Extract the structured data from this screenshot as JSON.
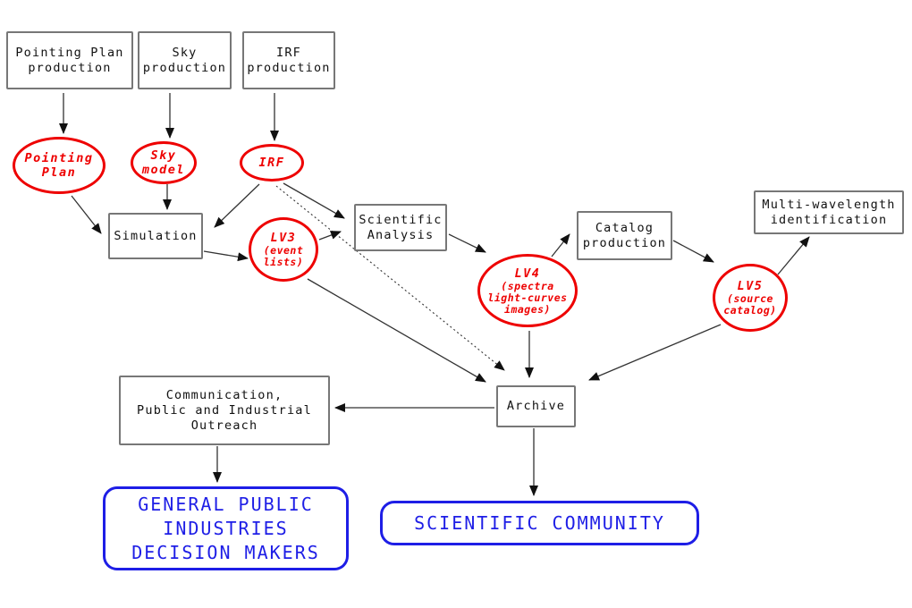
{
  "colors": {
    "background": "#ffffff",
    "process_border": "#777777",
    "process_text": "#111111",
    "data_red": "#ee0000",
    "audience_blue": "#1e1ee6",
    "arrow_black": "#333333"
  },
  "nodes": {
    "pointing_plan_production": {
      "kind": "process-box",
      "lines": [
        "Pointing Plan",
        "production"
      ]
    },
    "sky_production": {
      "kind": "process-box",
      "lines": [
        "Sky",
        "production"
      ]
    },
    "irf_production": {
      "kind": "process-box",
      "lines": [
        "IRF",
        "production"
      ]
    },
    "pointing_plan": {
      "kind": "data-ellipse",
      "lines": [
        "Pointing",
        "Plan"
      ]
    },
    "sky_model": {
      "kind": "data-ellipse",
      "lines": [
        "Sky",
        "model"
      ]
    },
    "irf": {
      "kind": "data-ellipse",
      "lines": [
        "IRF"
      ]
    },
    "simulation": {
      "kind": "process-box",
      "lines": [
        "Simulation"
      ]
    },
    "lv3": {
      "kind": "data-ellipse",
      "title": "LV3",
      "sublines": [
        "(event",
        "lists)"
      ]
    },
    "scientific_analysis": {
      "kind": "process-box",
      "lines": [
        "Scientific",
        "Analysis"
      ]
    },
    "lv4": {
      "kind": "data-ellipse",
      "title": "LV4",
      "sublines": [
        "(spectra",
        "light-curves",
        "images)"
      ]
    },
    "catalog_production": {
      "kind": "process-box",
      "lines": [
        "Catalog",
        "production"
      ]
    },
    "lv5": {
      "kind": "data-ellipse",
      "title": "LV5",
      "sublines": [
        "(source",
        "catalog)"
      ]
    },
    "multi_wavelength_identification": {
      "kind": "process-box",
      "lines": [
        "Multi-wavelength",
        "identification"
      ]
    },
    "archive": {
      "kind": "process-box",
      "lines": [
        "Archive"
      ]
    },
    "communication_outreach": {
      "kind": "process-box",
      "lines": [
        "Communication,",
        "Public and Industrial",
        "Outreach"
      ]
    },
    "general_public": {
      "kind": "audience-box",
      "lines": [
        "GENERAL PUBLIC",
        "INDUSTRIES",
        "DECISION MAKERS"
      ]
    },
    "scientific_community": {
      "kind": "audience-box",
      "lines": [
        "SCIENTIFIC COMMUNITY"
      ]
    }
  },
  "edges": [
    {
      "from": "pointing_plan_production",
      "to": "pointing_plan",
      "style": "solid"
    },
    {
      "from": "sky_production",
      "to": "sky_model",
      "style": "solid"
    },
    {
      "from": "irf_production",
      "to": "irf",
      "style": "solid"
    },
    {
      "from": "pointing_plan",
      "to": "simulation",
      "style": "solid"
    },
    {
      "from": "sky_model",
      "to": "simulation",
      "style": "solid"
    },
    {
      "from": "irf",
      "to": "simulation",
      "style": "solid"
    },
    {
      "from": "irf",
      "to": "scientific_analysis",
      "style": "solid"
    },
    {
      "from": "irf",
      "to": "archive",
      "style": "dotted"
    },
    {
      "from": "simulation",
      "to": "lv3",
      "style": "solid"
    },
    {
      "from": "lv3",
      "to": "scientific_analysis",
      "style": "solid"
    },
    {
      "from": "scientific_analysis",
      "to": "lv4",
      "style": "solid"
    },
    {
      "from": "lv4",
      "to": "catalog_production",
      "style": "solid"
    },
    {
      "from": "catalog_production",
      "to": "lv5",
      "style": "solid"
    },
    {
      "from": "lv5",
      "to": "multi_wavelength_identification",
      "style": "solid"
    },
    {
      "from": "lv3",
      "to": "archive",
      "style": "solid"
    },
    {
      "from": "lv4",
      "to": "archive",
      "style": "solid"
    },
    {
      "from": "lv5",
      "to": "archive",
      "style": "solid"
    },
    {
      "from": "archive",
      "to": "communication_outreach",
      "style": "solid"
    },
    {
      "from": "archive",
      "to": "scientific_community",
      "style": "solid"
    },
    {
      "from": "communication_outreach",
      "to": "general_public",
      "style": "solid"
    }
  ]
}
